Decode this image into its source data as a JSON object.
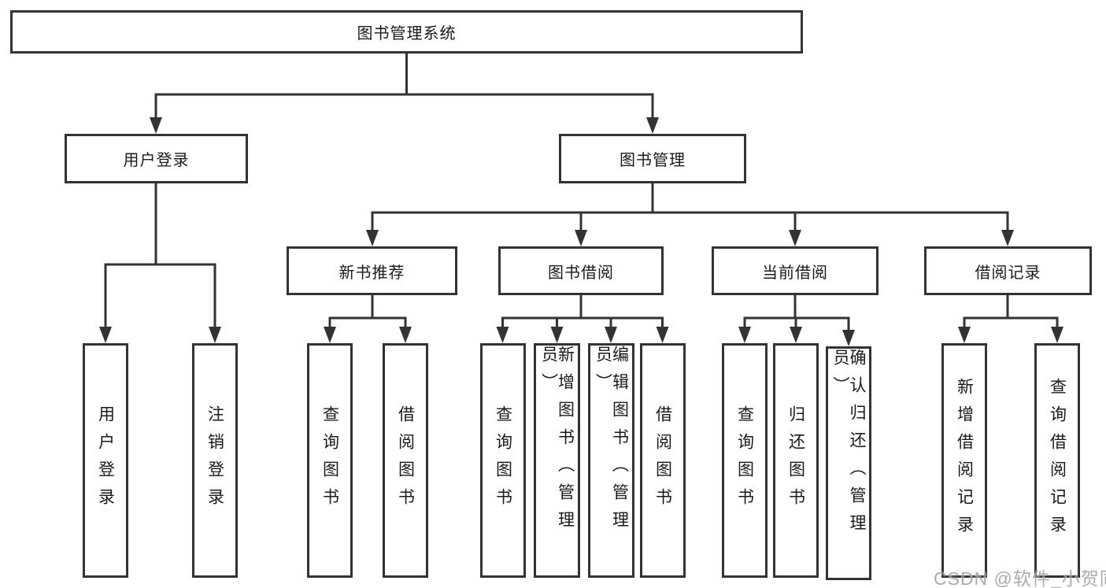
{
  "diagram": {
    "title": "图书管理系统",
    "branches": {
      "user_login": {
        "label": "用户登录",
        "children": [
          {
            "label": "用户登录"
          },
          {
            "label": "注销登录"
          }
        ]
      },
      "book_mgmt": {
        "label": "图书管理",
        "children": [
          {
            "label": "新书推荐",
            "children": [
              {
                "label": "查询图书"
              },
              {
                "label": "借阅图书"
              }
            ]
          },
          {
            "label": "图书借阅",
            "children": [
              {
                "label": "查询图书"
              },
              {
                "label": "新增图书（管理员）"
              },
              {
                "label": "编辑图书（管理员）"
              },
              {
                "label": "借阅图书"
              }
            ]
          },
          {
            "label": "当前借阅",
            "children": [
              {
                "label": "查询图书"
              },
              {
                "label": "归还图书"
              },
              {
                "label": "确认归还（管理员）"
              }
            ]
          },
          {
            "label": "借阅记录",
            "children": [
              {
                "label": "新增借阅记录"
              },
              {
                "label": "查询借阅记录"
              }
            ]
          }
        ]
      }
    }
  },
  "watermark": {
    "text": "CSDN @软件_小贺同学"
  },
  "colors": {
    "line": "#333333",
    "box_border": "#333333",
    "text": "#1a1a1a",
    "background": "#ffffff",
    "watermark": "#878c92"
  }
}
